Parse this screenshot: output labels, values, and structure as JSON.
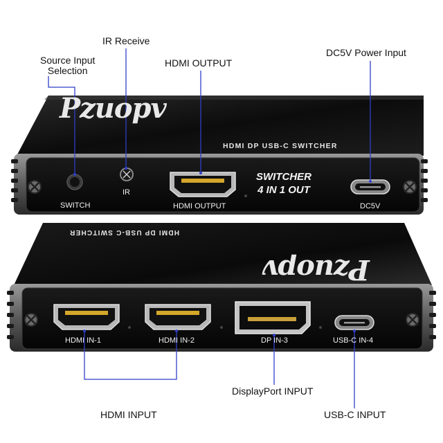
{
  "callouts": {
    "source_input": "Source Input\nSelection",
    "ir_receive": "IR Receive",
    "hdmi_output": "HDMI OUTPUT",
    "dc5v_power": "DC5V Power Input",
    "hdmi_input": "HDMI  INPUT",
    "displayport_input": "DisplayPort INPUT",
    "usbc_input": "USB-C INPUT"
  },
  "device": {
    "brand": "Pzuopv",
    "model": "HDMI DP USB-C SWITCHER",
    "switcher_line1": "SWITCHER",
    "switcher_line2": "4 IN 1 OUT"
  },
  "front_panel": {
    "switch": "SWITCH",
    "ir": "IR",
    "hdmi_output": "HDMI OUTPUT",
    "dc5v": "DC5V"
  },
  "back_panel": {
    "hdmi_in_1": "HDMI IN-1",
    "hdmi_in_2": "HDMI IN-2",
    "dp_in_3": "DP IN-3",
    "usbc_in_4": "USB-C IN-4"
  },
  "colors": {
    "leader_line": "#2f3fc8",
    "device_body": "#141414",
    "panel": "#0b0b0b"
  }
}
